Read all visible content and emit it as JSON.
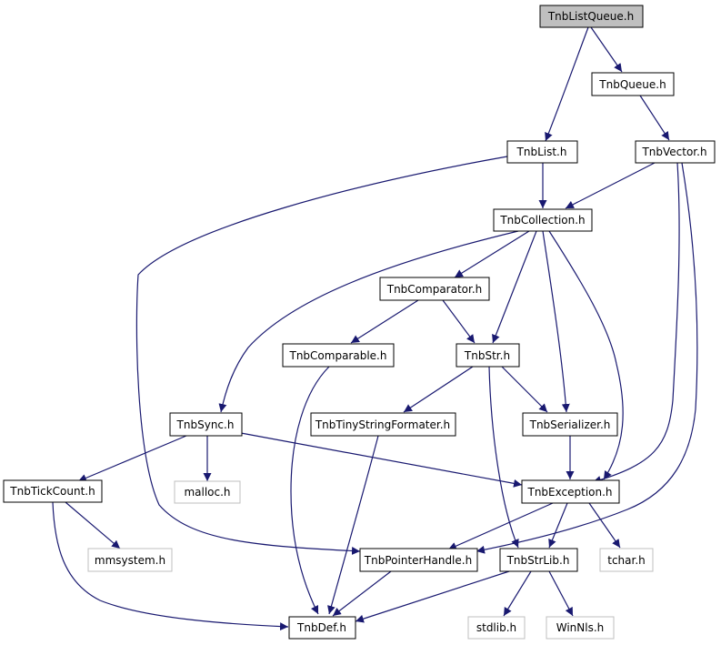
{
  "colors": {
    "edge": "#191970",
    "node_border": "#000000",
    "node_border_external": "#bfbfbf",
    "node_fill_root": "#bfbfbf",
    "node_fill": "#ffffff",
    "text": "#000000"
  },
  "nodes": {
    "tnblistqueue": {
      "label": "TnbListQueue.h"
    },
    "tnbqueue": {
      "label": "TnbQueue.h"
    },
    "tnblist": {
      "label": "TnbList.h"
    },
    "tnbvector": {
      "label": "TnbVector.h"
    },
    "tnbcollection": {
      "label": "TnbCollection.h"
    },
    "tnbcomparator": {
      "label": "TnbComparator.h"
    },
    "tnbcomparable": {
      "label": "TnbComparable.h"
    },
    "tnbstr": {
      "label": "TnbStr.h"
    },
    "tnbsync": {
      "label": "TnbSync.h"
    },
    "tnbtinystringformater": {
      "label": "TnbTinyStringFormater.h"
    },
    "tnbserializer": {
      "label": "TnbSerializer.h"
    },
    "tnbtickcount": {
      "label": "TnbTickCount.h"
    },
    "malloc": {
      "label": "malloc.h"
    },
    "tnbexception": {
      "label": "TnbException.h"
    },
    "mmsystem": {
      "label": "mmsystem.h"
    },
    "tnbpointerhandle": {
      "label": "TnbPointerHandle.h"
    },
    "tnbstrlib": {
      "label": "TnbStrLib.h"
    },
    "tchar": {
      "label": "tchar.h"
    },
    "tnbdef": {
      "label": "TnbDef.h"
    },
    "stdlib": {
      "label": "stdlib.h"
    },
    "winnls": {
      "label": "WinNls.h"
    }
  },
  "edges": [
    [
      "tnblistqueue",
      "tnblist"
    ],
    [
      "tnblistqueue",
      "tnbqueue"
    ],
    [
      "tnbqueue",
      "tnbvector"
    ],
    [
      "tnblist",
      "tnbcollection"
    ],
    [
      "tnblist",
      "tnbpointerhandle"
    ],
    [
      "tnbvector",
      "tnbcollection"
    ],
    [
      "tnbvector",
      "tnbexception"
    ],
    [
      "tnbvector",
      "tnbpointerhandle"
    ],
    [
      "tnbcollection",
      "tnbcomparator"
    ],
    [
      "tnbcollection",
      "tnbstr"
    ],
    [
      "tnbcollection",
      "tnbsync"
    ],
    [
      "tnbcollection",
      "tnbserializer"
    ],
    [
      "tnbcollection",
      "tnbexception"
    ],
    [
      "tnbcomparator",
      "tnbcomparable"
    ],
    [
      "tnbcomparator",
      "tnbstr"
    ],
    [
      "tnbcomparable",
      "tnbdef"
    ],
    [
      "tnbstr",
      "tnbtinystringformater"
    ],
    [
      "tnbstr",
      "tnbserializer"
    ],
    [
      "tnbstr",
      "tnbstrlib"
    ],
    [
      "tnbsync",
      "tnbtickcount"
    ],
    [
      "tnbsync",
      "malloc"
    ],
    [
      "tnbsync",
      "tnbexception"
    ],
    [
      "tnbtinystringformater",
      "tnbdef"
    ],
    [
      "tnbserializer",
      "tnbexception"
    ],
    [
      "tnbtickcount",
      "mmsystem"
    ],
    [
      "tnbtickcount",
      "tnbdef"
    ],
    [
      "tnbexception",
      "tnbpointerhandle"
    ],
    [
      "tnbexception",
      "tnbstrlib"
    ],
    [
      "tnbexception",
      "tchar"
    ],
    [
      "tnbpointerhandle",
      "tnbdef"
    ],
    [
      "tnbstrlib",
      "tnbdef"
    ],
    [
      "tnbstrlib",
      "stdlib"
    ],
    [
      "tnbstrlib",
      "winnls"
    ]
  ]
}
